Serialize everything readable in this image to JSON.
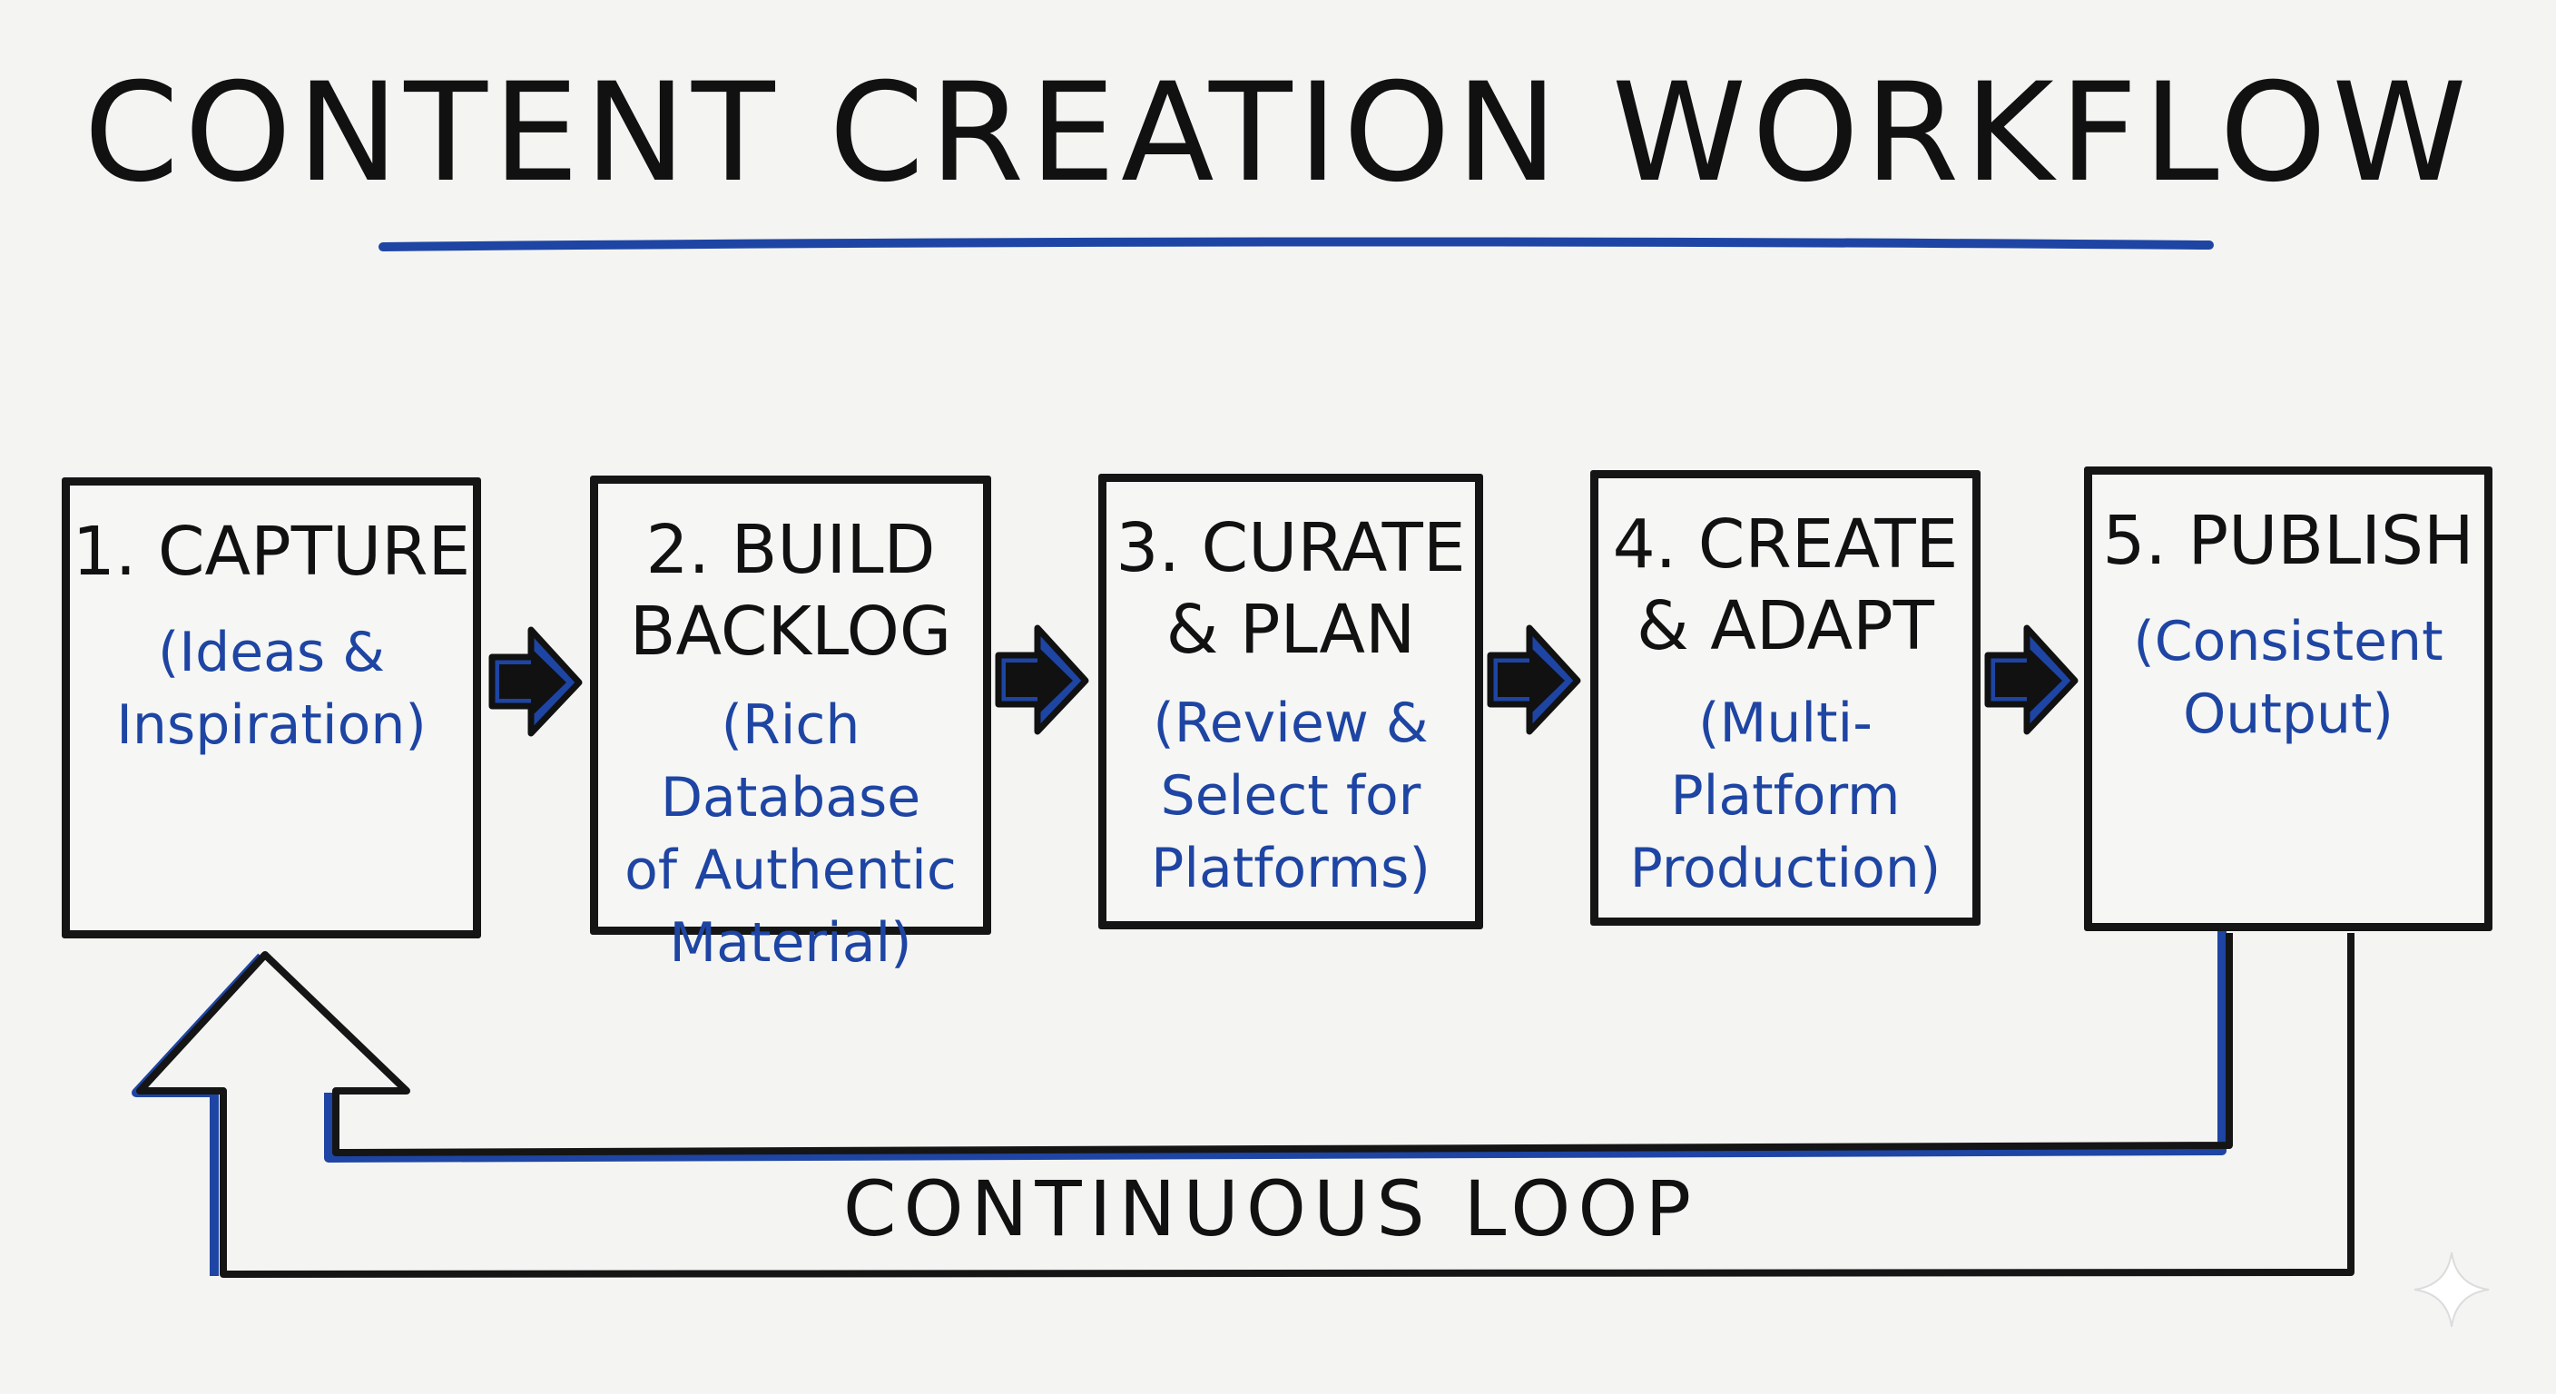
{
  "title": "CONTENT CREATION WORKFLOW",
  "steps": [
    {
      "title": "1. CAPTURE",
      "description": "(Ideas &\nInspiration)"
    },
    {
      "title": "2. BUILD\nBACKLOG",
      "description": "(Rich Database\nof Authentic\nMaterial)"
    },
    {
      "title": "3. CURATE\n& PLAN",
      "description": "(Review &\nSelect for\nPlatforms)"
    },
    {
      "title": "4. CREATE\n& ADAPT",
      "description": "(Multi-Platform\nProduction)"
    },
    {
      "title": "5. PUBLISH",
      "description": "(Consistent\nOutput)"
    }
  ],
  "loop_label": "CONTINUOUS LOOP",
  "colors": {
    "ink": "#111111",
    "accent_blue": "#1e45a3",
    "board": "#f4f4f2"
  },
  "icons": {
    "connector": "right-arrow-icon",
    "loop": "up-arrow-icon",
    "watermark": "sparkle-icon"
  }
}
